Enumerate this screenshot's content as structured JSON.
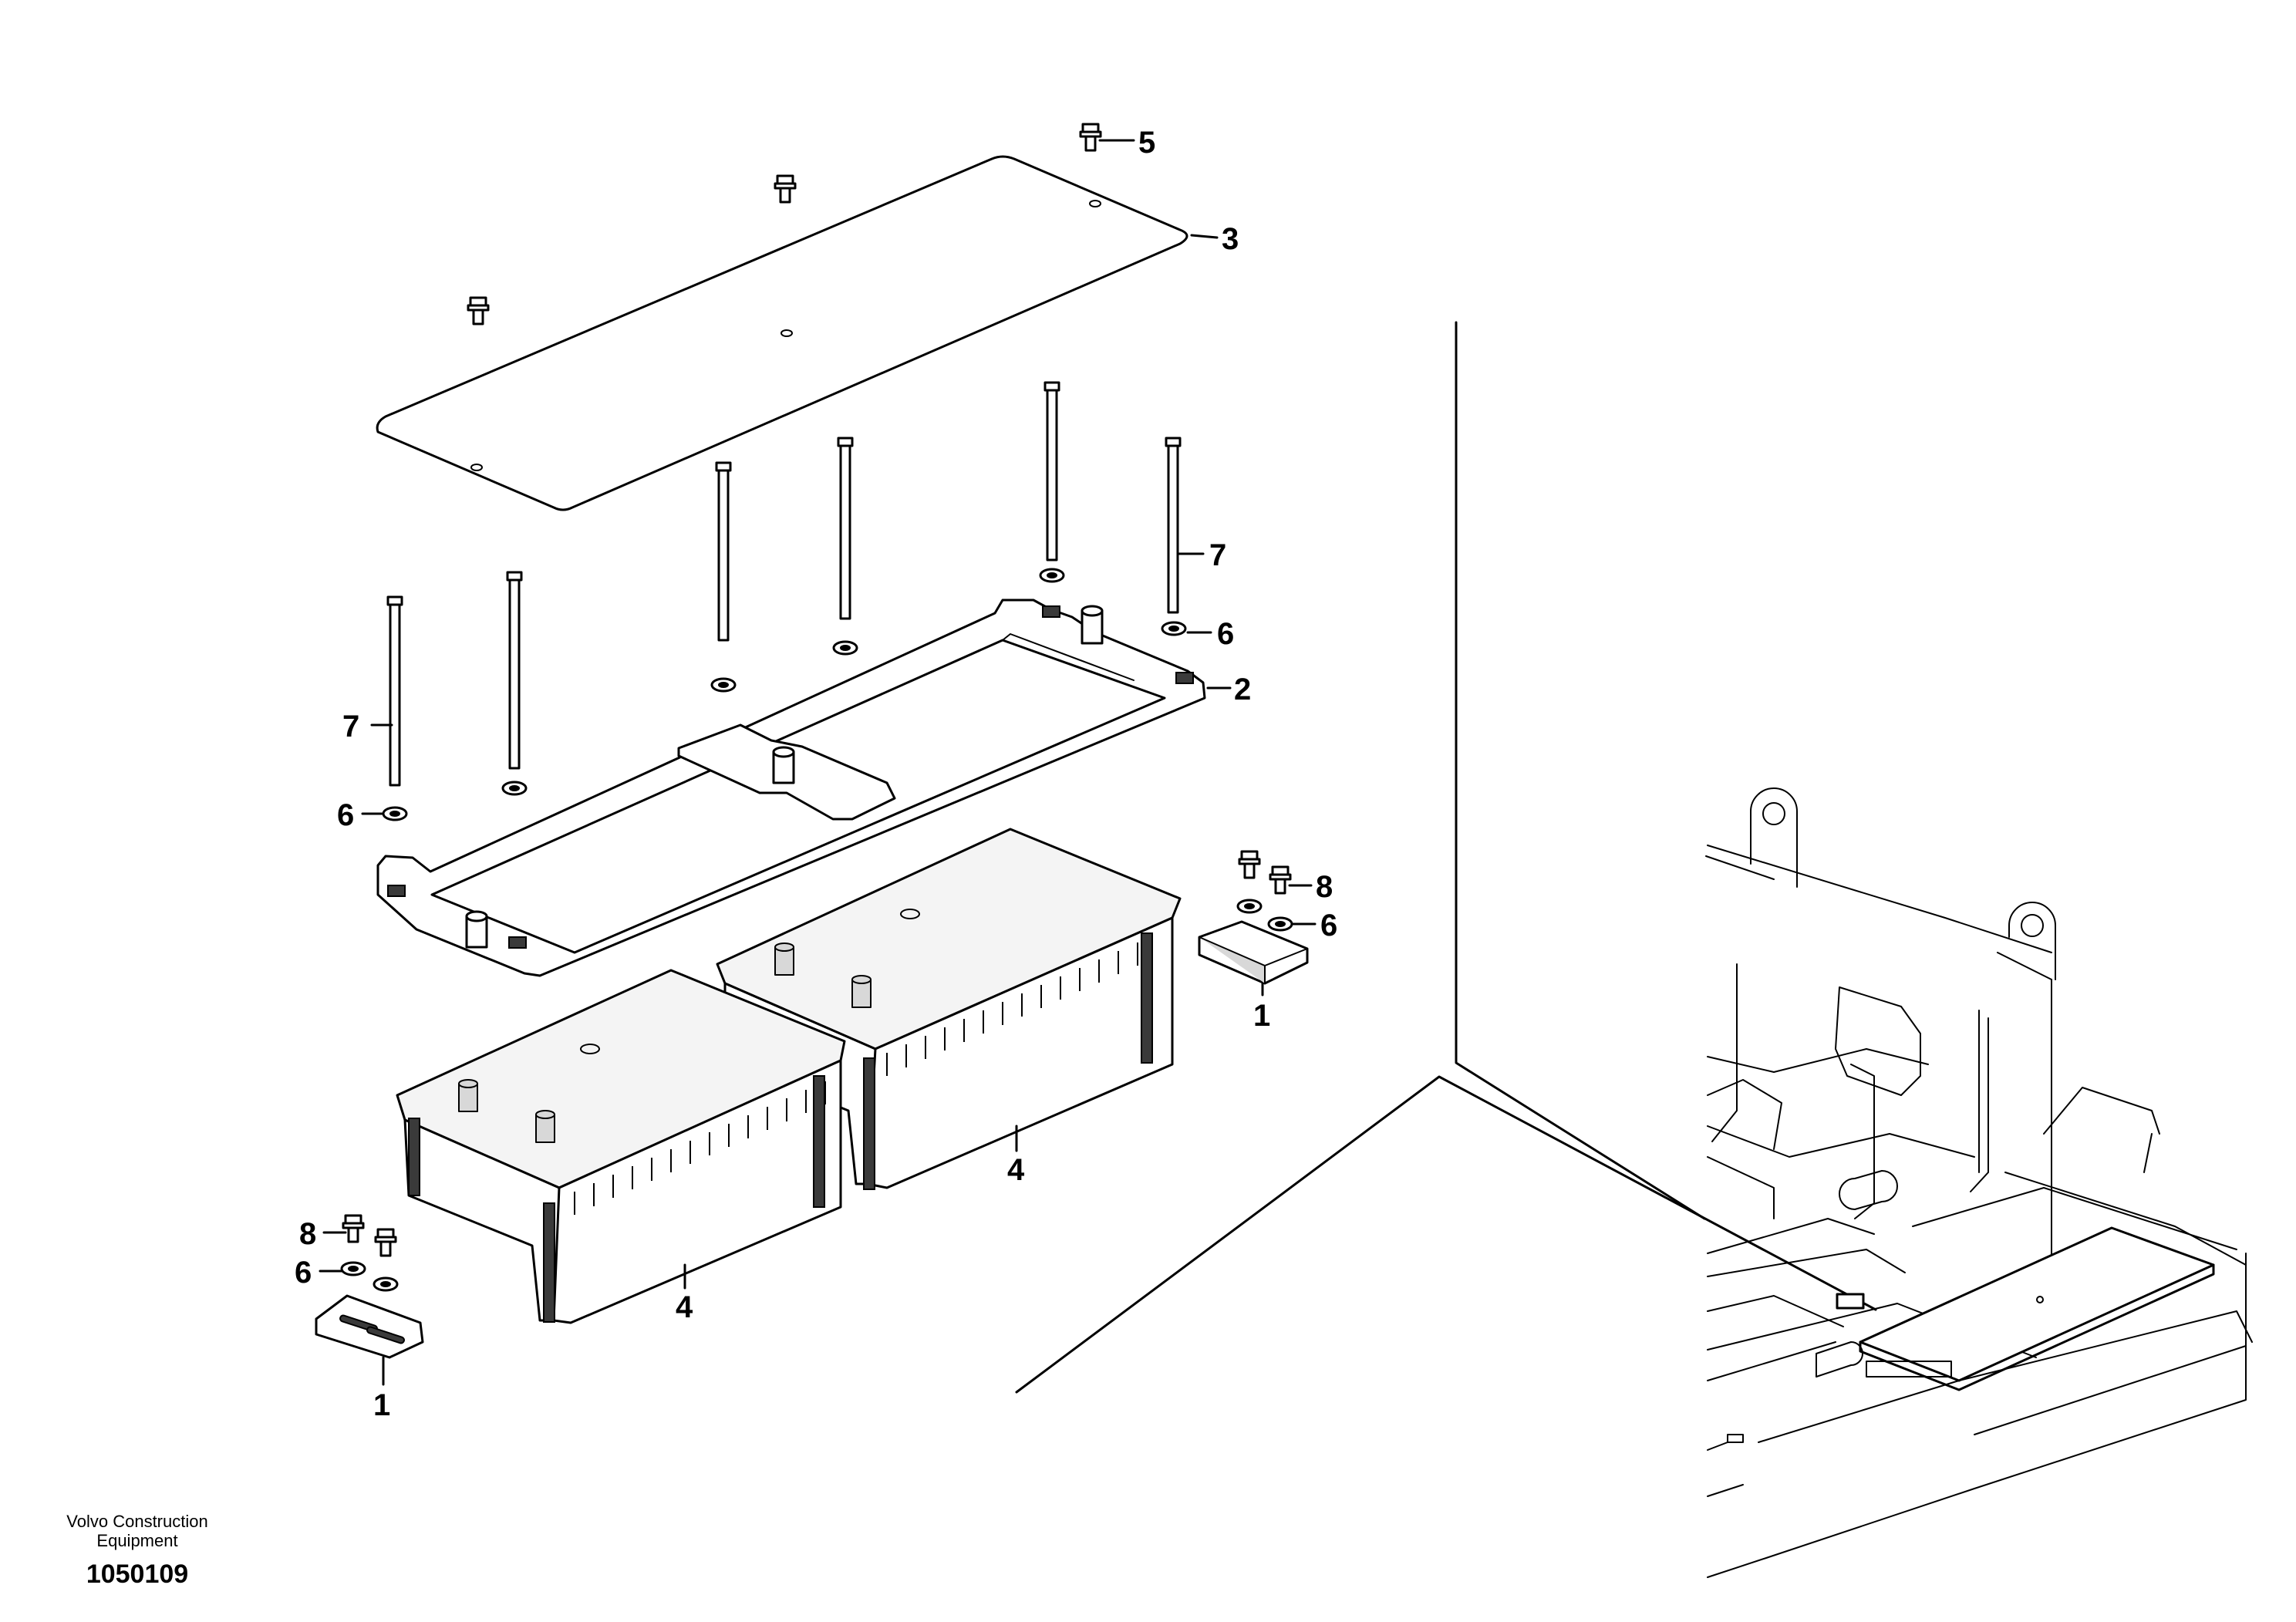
{
  "callouts": [
    {
      "id": "c5",
      "label": "5"
    },
    {
      "id": "c3",
      "label": "3"
    },
    {
      "id": "c7a",
      "label": "7"
    },
    {
      "id": "c6a",
      "label": "6"
    },
    {
      "id": "c2",
      "label": "2"
    },
    {
      "id": "c7b",
      "label": "7"
    },
    {
      "id": "c6b",
      "label": "6"
    },
    {
      "id": "c8a",
      "label": "8"
    },
    {
      "id": "c6c",
      "label": "6"
    },
    {
      "id": "c1a",
      "label": "1"
    },
    {
      "id": "c4a",
      "label": "4"
    },
    {
      "id": "c4b",
      "label": "4"
    },
    {
      "id": "c8b",
      "label": "8"
    },
    {
      "id": "c6d",
      "label": "6"
    },
    {
      "id": "c1b",
      "label": "1"
    }
  ],
  "footer": {
    "brand_line1": "Volvo Construction",
    "brand_line2": "Equipment",
    "drawing_number": "1050109"
  },
  "parts": {
    "cover_plate": "3",
    "battery_frame": "2",
    "battery": "4",
    "bracket": "1",
    "screw": "8",
    "washer": "6",
    "rod": "7",
    "cover_screw": "5"
  }
}
